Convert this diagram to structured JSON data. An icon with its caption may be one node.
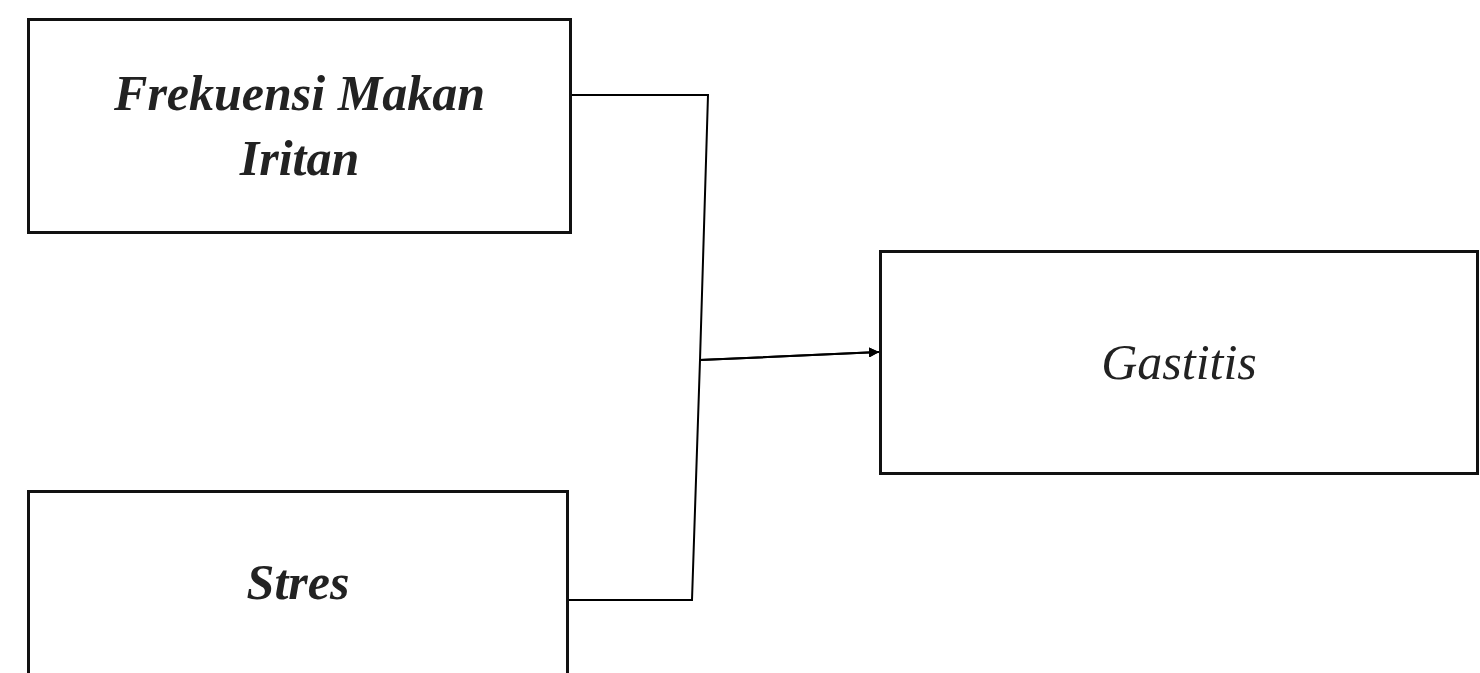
{
  "diagram": {
    "nodes": [
      {
        "text": [
          "Frekuensi Makan Iritan"
        ]
      },
      {
        "text": [
          "Gastitis"
        ]
      },
      {
        "text": [
          "Stres"
        ]
      }
    ],
    "edges": [
      {
        "from": 0,
        "to": 1,
        "arrow": "to"
      },
      {
        "from": 2,
        "to": 1,
        "arrow": "to"
      }
    ]
  }
}
